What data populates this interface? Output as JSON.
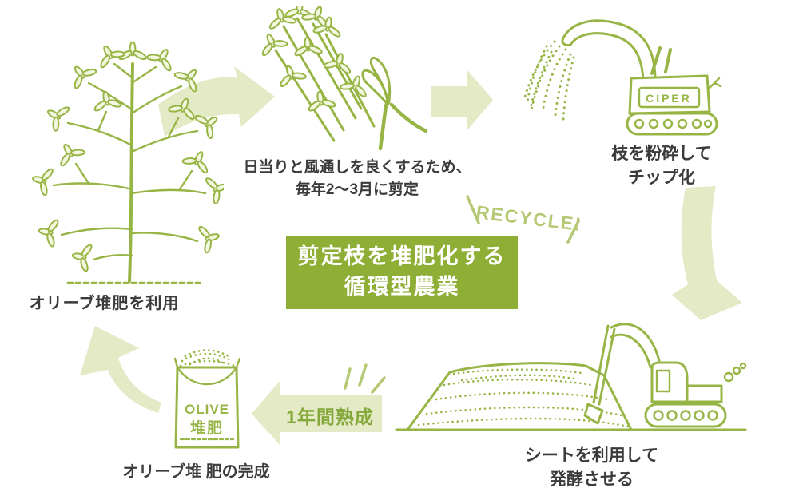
{
  "colors": {
    "illustration_green": "#97b544",
    "box_green": "#8fae35",
    "arrow_pale_green": "#e4e9c6",
    "accent_green": "#b5c873",
    "label_green": "#84a93a",
    "text_dark": "#3b3b3b"
  },
  "center_box": {
    "line1": "剪定枝を堆肥化する",
    "line2": "循環型農業"
  },
  "recycle_label": "RECYCLE!",
  "steps": {
    "use_compost": {
      "label": "オリーブ堆肥を利用"
    },
    "pruning": {
      "line1": "日当りと風通しを良くするため、",
      "line2": "毎年2〜3月に剪定"
    },
    "chipping": {
      "line1": "枝を粉砕して",
      "line2": "チップ化",
      "machine_text": "CIPER"
    },
    "fermentation": {
      "line1": "シートを利用して",
      "line2": "発酵させる"
    },
    "maturation": {
      "arrow_label": "1年間熟成"
    },
    "compost_done": {
      "label": "オリーブ堆 肥の完成",
      "bag_text_en": "OLIVE",
      "bag_text_jp": "堆肥"
    }
  }
}
